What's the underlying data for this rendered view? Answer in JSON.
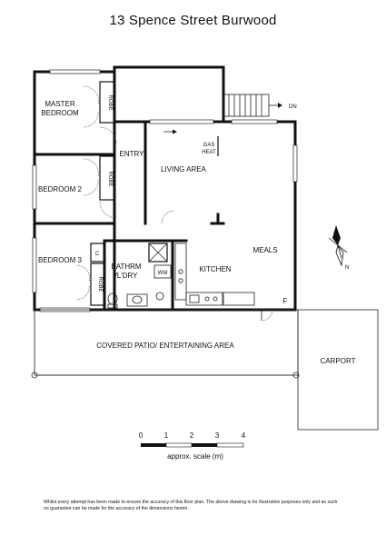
{
  "plan": {
    "title": "13 Spence Street Burwood",
    "rooms": {
      "master_bedroom_line1": "MASTER",
      "master_bedroom_line2": "BEDROOM",
      "bedroom2": "BEDROOM 2",
      "bedroom3": "BEDROOM 3",
      "robe": "ROBE",
      "entry": "ENTRY",
      "living_area": "LIVING AREA",
      "gas_heat_line1": "GAS",
      "gas_heat_line2": "HEAT",
      "meals": "MEALS",
      "kitchen": "KITCHEN",
      "bathroom_line1": "BATHRM",
      "bathroom_line2": "/L'DRY",
      "wm": "WM",
      "c": "C",
      "f": "F",
      "patio": "COVERED PATIO/ ENTERTAINING AREA",
      "carport": "CARPORT",
      "dn": "DN",
      "north": "N"
    },
    "scale": {
      "ticks": [
        "0",
        "1",
        "2",
        "3",
        "4"
      ],
      "caption": "approx. scale (m)"
    },
    "disclaimer": "Whilst every attempt has been made to ensure the accuracy of this floor plan. The above drawing is for illustrative purposes only and as such no guarantee can be made for the accuracy of the dimensions herein."
  }
}
